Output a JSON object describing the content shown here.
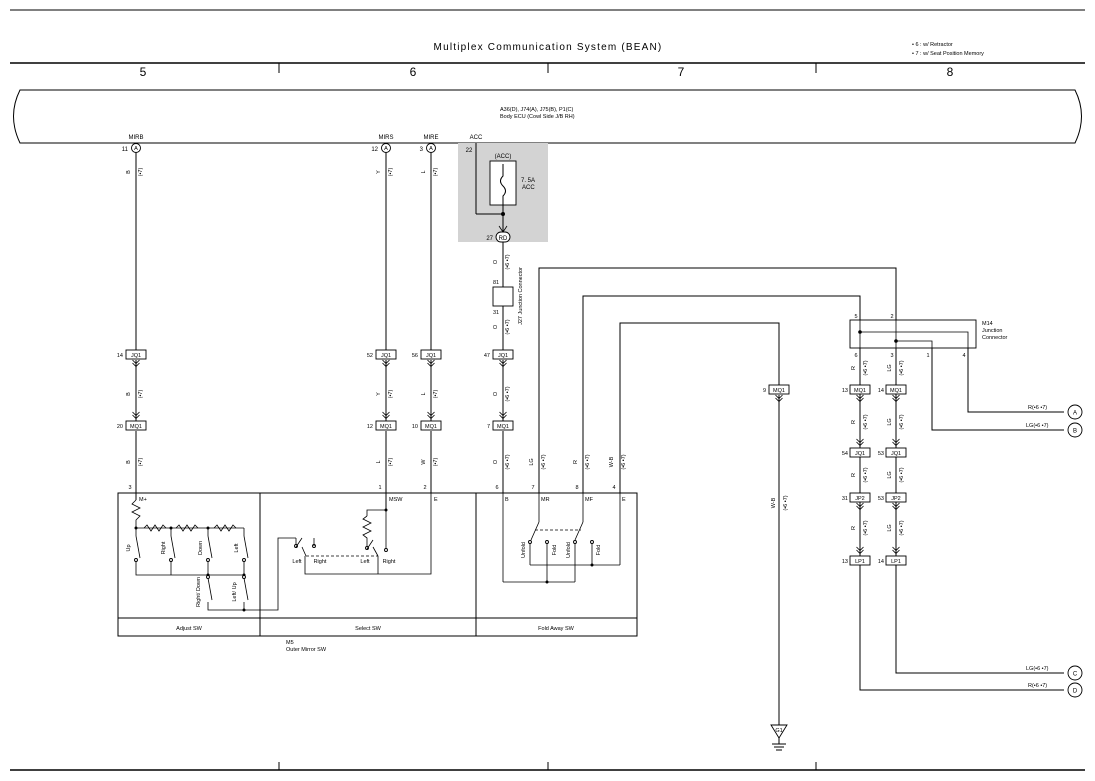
{
  "header": {
    "title": "Multiplex Communication System (BEAN)",
    "notes": [
      "• 6 : w/ Retractor",
      "• 7 : w/ Seat Position Memory"
    ],
    "columns": [
      "5",
      "6",
      "7",
      "8"
    ]
  },
  "ecu": {
    "line1": "A36(D), J74(A), J75(B), P1(C)",
    "line2": "Body ECU (Cowl Side J/B RH)"
  },
  "fuse": {
    "acc_terminal": "ACC",
    "pin": "22",
    "label_top": "(ACC)",
    "rating": "7. 5A",
    "name": "ACC",
    "out_pin": "27",
    "out_conn": "RD"
  },
  "terminals": {
    "mirb": {
      "name": "MIRB",
      "pin": "11",
      "conn": "A"
    },
    "mirs": {
      "name": "MIRS",
      "pin": "12",
      "conn": "A"
    },
    "mire": {
      "name": "MIRE",
      "pin": "3",
      "conn": "A"
    }
  },
  "junction_j27": {
    "pin_in": "81",
    "pin_out": "31",
    "label": "J27 Junction Connector"
  },
  "m14": {
    "name": "M14",
    "label1": "Junction",
    "label2": "Connector",
    "pins": {
      "p5": "5",
      "p2": "2",
      "p6": "6",
      "p3": "3",
      "p1": "1",
      "p4": "4"
    }
  },
  "connectors": {
    "jq1": "JQ1",
    "mq1": "MQ1",
    "jp2": "JP2",
    "lp1": "LP1",
    "p14": "14",
    "p52": "52",
    "p56": "56",
    "p47": "47",
    "p20": "20",
    "p12": "12",
    "p10": "10",
    "p7": "7",
    "p9": "9",
    "p13": "13",
    "p54": "54",
    "p53": "53",
    "p31": "31"
  },
  "wires": {
    "b": "B",
    "y": "Y",
    "l": "L",
    "w": "W",
    "o": "O",
    "lg": "LG",
    "r": "R",
    "wb": "W-B",
    "tag67": "(•6 •7)",
    "tag7": "(•7)"
  },
  "mirror": {
    "pins": {
      "p3": "3",
      "p1": "1",
      "p2": "2",
      "p6": "6",
      "p7": "7",
      "p8": "8",
      "p4": "4"
    },
    "terms": {
      "mplus": "M+",
      "msw": "MSW",
      "e": "E",
      "b": "B",
      "mr": "MR",
      "mf": "MF"
    },
    "adjust_labels": [
      "Up",
      "Right",
      "Down",
      "Left",
      "Right/ Down",
      "Left/ Up"
    ],
    "select_labels": [
      "Left",
      "Right",
      "Left",
      "Right"
    ],
    "fold_labels": [
      "Unfold",
      "Fold",
      "Unfold",
      "Fold"
    ],
    "sections": [
      "Adjust SW",
      "Select SW",
      "Fold Away SW"
    ],
    "code": "M5",
    "name": "Outer Mirror SW"
  },
  "ground": "G1",
  "outputs": {
    "a": {
      "label": "R(•6 •7)",
      "tag": "A"
    },
    "b": {
      "label": "LG(•6 •7)",
      "tag": "B"
    },
    "c": {
      "label": "LG(•6 •7)",
      "tag": "C"
    },
    "d": {
      "label": "R(•6 •7)",
      "tag": "D"
    }
  }
}
